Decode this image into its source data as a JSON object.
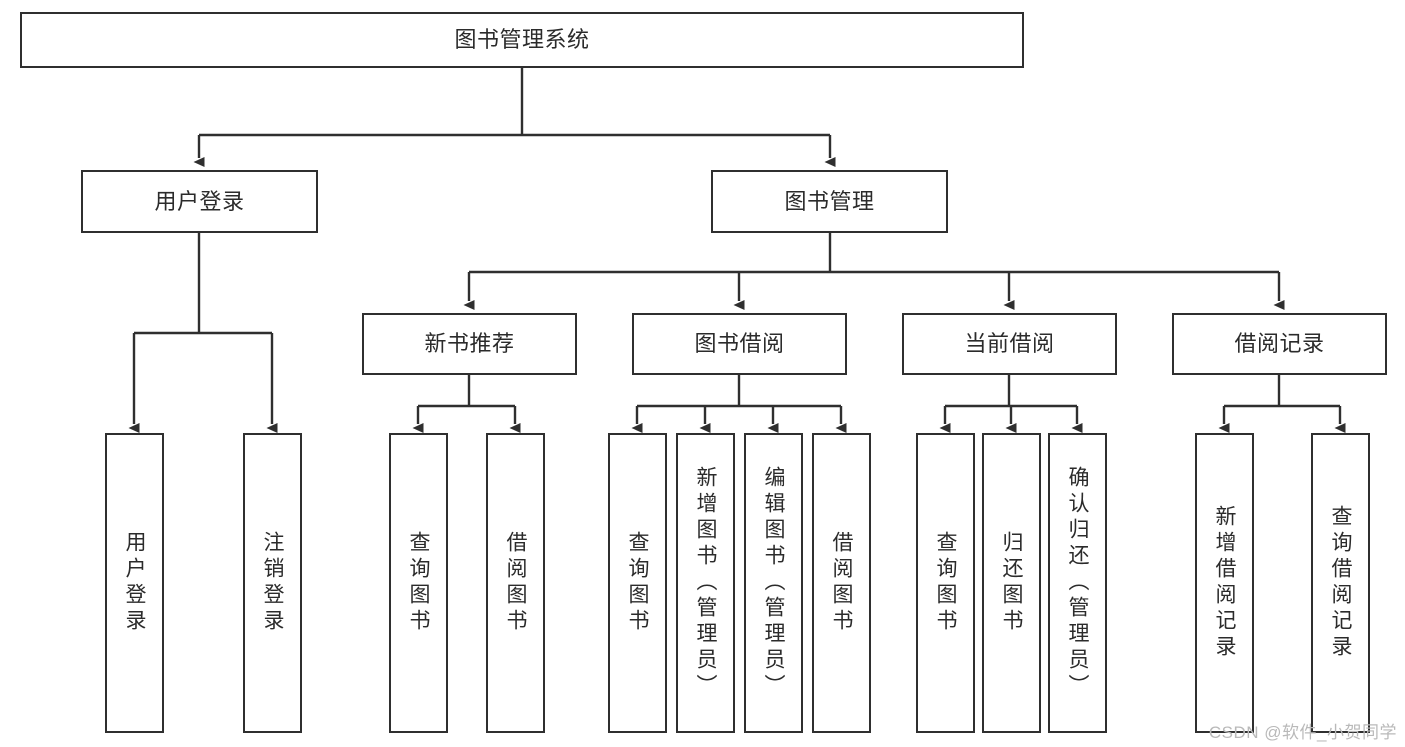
{
  "diagram": {
    "title": "图书管理系统",
    "watermark": "CSDN @软件_小贺同学",
    "colors": {
      "stroke": "#2f2f2f",
      "text": "#2b2b2b",
      "background": "#ffffff",
      "watermark": "#b9b9b9"
    },
    "nodes": {
      "root": {
        "label": "图书管理系统"
      },
      "level2": [
        {
          "label": "用户登录"
        },
        {
          "label": "图书管理"
        }
      ],
      "level3": [
        {
          "label": "新书推荐"
        },
        {
          "label": "图书借阅"
        },
        {
          "label": "当前借阅"
        },
        {
          "label": "借阅记录"
        }
      ],
      "leaves": {
        "user_login": [
          {
            "label": "用户登录"
          },
          {
            "label": "注销登录"
          }
        ],
        "new_book_recommend": [
          {
            "label": "查询图书"
          },
          {
            "label": "借阅图书"
          }
        ],
        "book_borrow": [
          {
            "label": "查询图书"
          },
          {
            "label": "新增图书（管理员）"
          },
          {
            "label": "编辑图书（管理员）"
          },
          {
            "label": "借阅图书"
          }
        ],
        "current_borrow": [
          {
            "label": "查询图书"
          },
          {
            "label": "归还图书"
          },
          {
            "label": "确认归还（管理员）"
          }
        ],
        "borrow_record": [
          {
            "label": "新增借阅记录"
          },
          {
            "label": "查询借阅记录"
          }
        ]
      }
    }
  }
}
